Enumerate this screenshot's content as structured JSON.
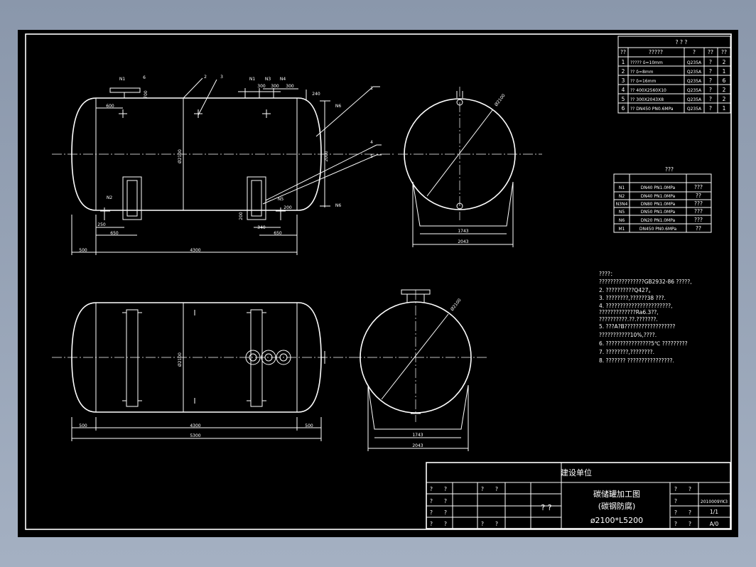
{
  "parts_table": {
    "title": "? ? ?",
    "header": [
      "??",
      "?????",
      "?",
      "??",
      "??"
    ],
    "rows": [
      {
        "no": "1",
        "name": "?????  δ=10mm",
        "mat": "Q235A",
        "c1": "?",
        "c2": "2"
      },
      {
        "no": "2",
        "name": "??  δ=8mm",
        "mat": "Q235A",
        "c1": "?",
        "c2": "1"
      },
      {
        "no": "3",
        "name": "??  δ=16mm",
        "mat": "Q235A",
        "c1": "?",
        "c2": "6"
      },
      {
        "no": "4",
        "name": "??  400X2560X10",
        "mat": "Q235A",
        "c1": "?",
        "c2": "2"
      },
      {
        "no": "5",
        "name": "??  300X2043X8",
        "mat": "Q235A",
        "c1": "?",
        "c2": "2"
      },
      {
        "no": "6",
        "name": "??  DN450 PN0.6MPa",
        "mat": "Q235A",
        "c1": "?",
        "c2": "1"
      }
    ]
  },
  "nozzle_table": {
    "title": "???",
    "rows": [
      {
        "tag": "N1",
        "spec": "DN40  PN1.0MPa",
        "use": "???"
      },
      {
        "tag": "N2",
        "spec": "DN40  PN1.0MPa",
        "use": "??"
      },
      {
        "tag": "N3N4",
        "spec": "DN80 PN1.0MPa",
        "use": "???"
      },
      {
        "tag": "N5",
        "spec": "DN50  PN1.0MPa",
        "use": "???"
      },
      {
        "tag": "N6",
        "spec": "DN20  PN1.0MPa",
        "use": "???"
      },
      {
        "tag": "M1",
        "spec": "DN450  PN0.6MPa",
        "use": "??"
      }
    ]
  },
  "notes": [
    "????：",
    "  ????????????????GB2932-86 ?????,",
    "2. ??????????Q427。",
    "3. ????????,??????38 ???.",
    "4. ???????????????????????,",
    "   ?????????????Ra6.3??,",
    "   ??????????.??.???????.",
    "5. ???A?B??????????????????",
    "   ???????????10%,????.",
    "6. ????????????????5℃ ?????????",
    "7. ????????,????????.",
    "8. ???????  ????????????????."
  ],
  "front_view": {
    "part_labels": [
      "N1",
      "6",
      "2",
      "3",
      "N1",
      "N3",
      "N4",
      "1",
      "N6",
      "N6",
      "4",
      "5",
      "N2",
      "N5"
    ],
    "dims": {
      "d600": "600",
      "d700": "700",
      "d300a": "300",
      "d300b": "300",
      "d300c": "300",
      "d240": "240",
      "d2100": "Ø2100",
      "d2000": "2000",
      "d200": "200",
      "d250": "250",
      "d650": "650",
      "d340": "340",
      "d650b": "650",
      "d200b": "200",
      "d500": "500",
      "d4300": "4300"
    }
  },
  "side_view": {
    "d1743": "1743",
    "d2043": "2043",
    "dia": "Ø2100"
  },
  "top_view": {
    "d2100": "Ø2100",
    "d500a": "500",
    "d4300": "4300",
    "d500b": "500",
    "d5300": "5300"
  },
  "side_view2": {
    "d1743": "1743",
    "d2043": "2043",
    "dia": "Ø2100"
  },
  "title_block": {
    "unit": "建设单位",
    "q": "?",
    "center_q": "? ?",
    "title1": "碳储罐加工图",
    "title2": "(碳钢防腐)",
    "title3": "ø2100*L5200",
    "code": "2010009YK3",
    "sheet": "1/1",
    "rev": "A/0"
  }
}
